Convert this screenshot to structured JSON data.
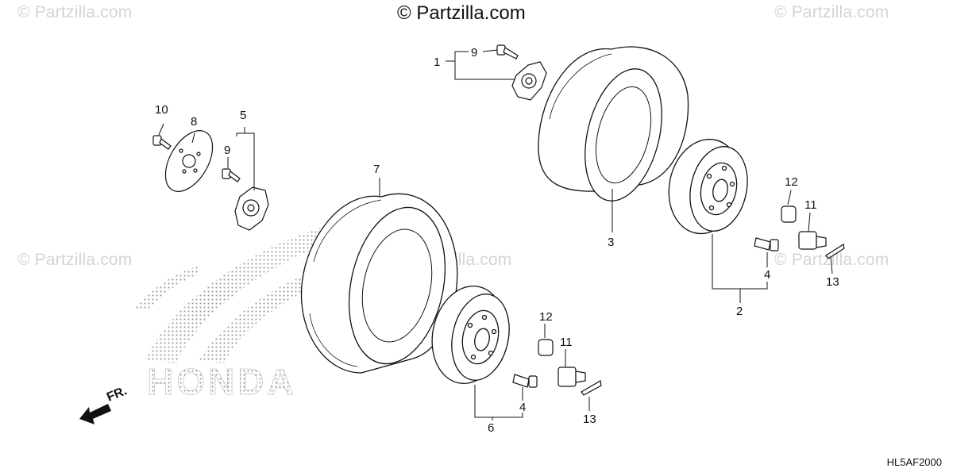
{
  "watermark": {
    "main": "© Partzilla.com",
    "faded": "© Partzilla.com"
  },
  "brand_mark": "HONDA",
  "direction_label": "FR.",
  "diagram_code": "HL5AF2000",
  "callouts": {
    "c1": "1",
    "c9a": "9",
    "c10": "10",
    "c8": "8",
    "c5": "5",
    "c9b": "9",
    "c7": "7",
    "c3": "3",
    "c12a": "12",
    "c11a": "11",
    "c4a": "4",
    "c13a": "13",
    "c2": "2",
    "c12b": "12",
    "c11b": "11",
    "c4b": "4",
    "c13b": "13",
    "c6": "6"
  },
  "colors": {
    "line": "#111111",
    "watermark": "#d4d4d4",
    "brand_dots": "#9a9a9a"
  }
}
